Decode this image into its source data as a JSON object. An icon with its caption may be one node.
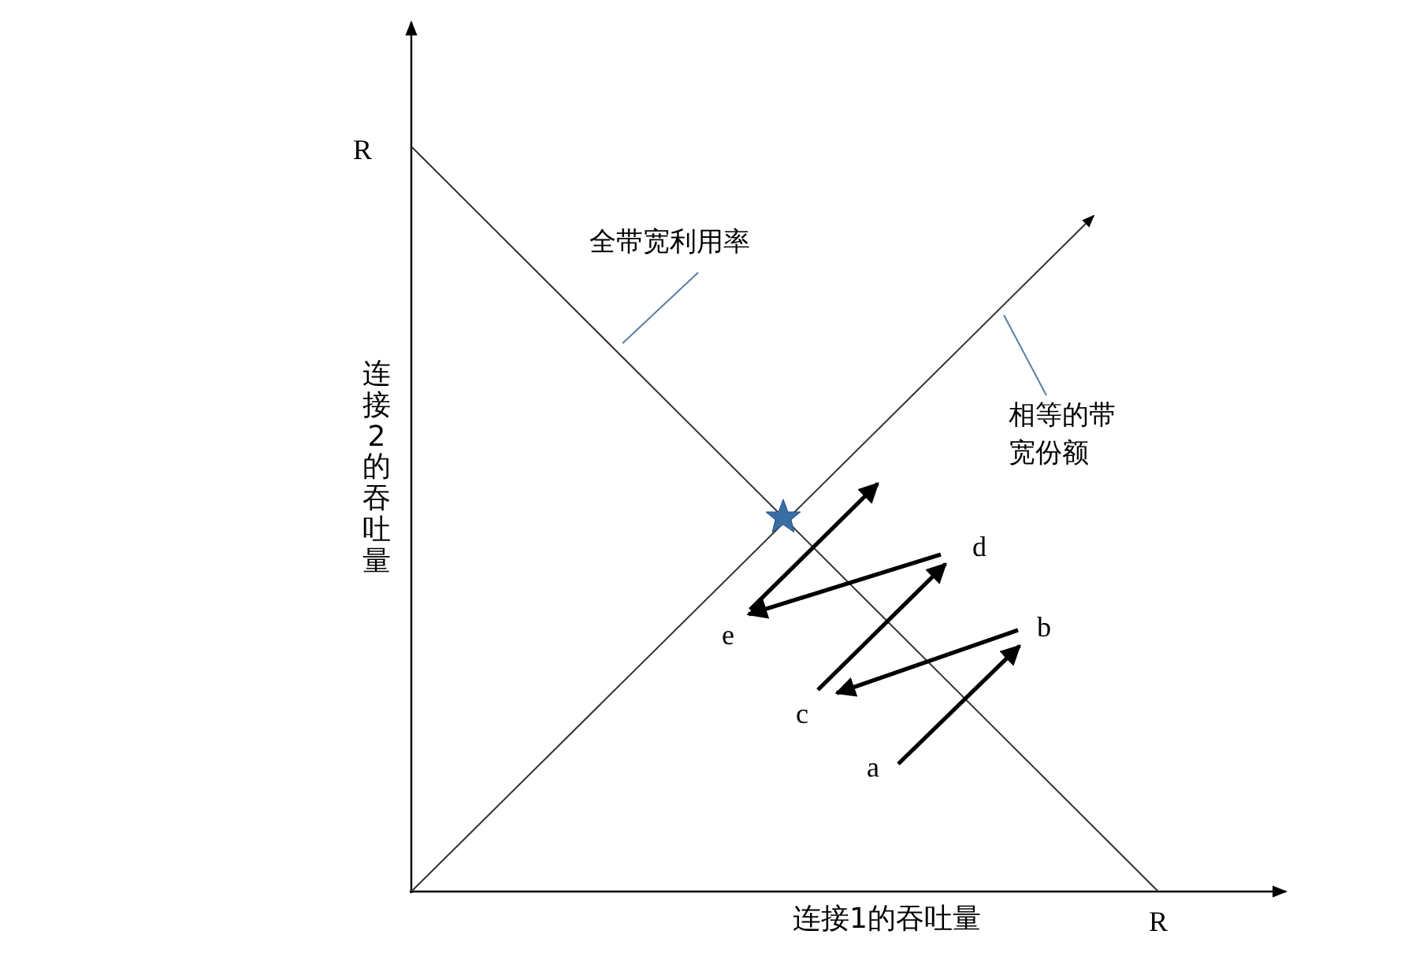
{
  "diagram": {
    "nodes": [
      {
        "text": [
          "全带宽利用率"
        ]
      },
      {
        "text": [
          "相等的带宽份额"
        ]
      },
      {
        "text": [
          "a"
        ]
      },
      {
        "text": [
          "b"
        ]
      },
      {
        "text": [
          "c"
        ]
      },
      {
        "text": [
          "d"
        ]
      },
      {
        "text": [
          "e"
        ]
      }
    ],
    "edges": [
      {
        "from": 0,
        "to": null,
        "arrow": "none",
        "color": "#5a7fa8"
      },
      {
        "from": 1,
        "to": null,
        "arrow": "none",
        "color": "#5a7fa8"
      },
      {
        "from": 2,
        "to": 3,
        "arrow": "to"
      },
      {
        "from": 3,
        "to": 4,
        "arrow": "to"
      },
      {
        "from": 4,
        "to": 5,
        "arrow": "to"
      },
      {
        "from": 5,
        "to": 6,
        "arrow": "to"
      },
      {
        "from": 6,
        "to": null,
        "arrow": "to"
      }
    ],
    "labels": [
      "R",
      "连接2的吞吐量",
      "连接1的吞吐量",
      "R"
    ]
  }
}
